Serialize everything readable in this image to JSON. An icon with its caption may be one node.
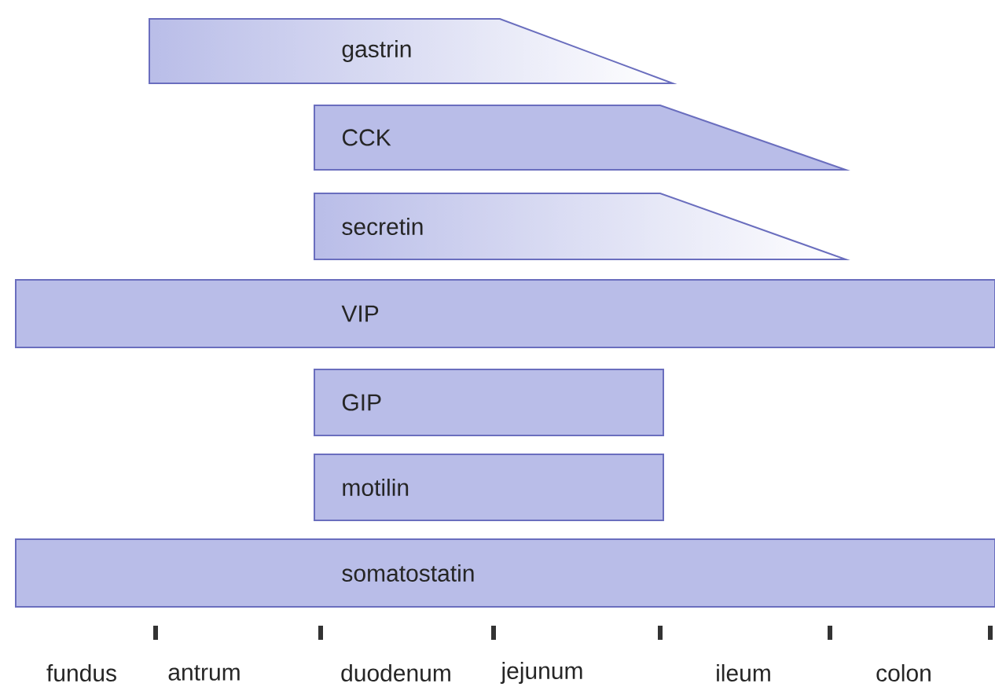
{
  "diagram": {
    "nodes": [
      {
        "text": [
          "gastrin"
        ]
      },
      {
        "text": [
          "CCK"
        ]
      },
      {
        "text": [
          "secretin"
        ]
      },
      {
        "text": [
          "VIP"
        ]
      },
      {
        "text": [
          "GIP"
        ]
      },
      {
        "text": [
          "motilin"
        ]
      },
      {
        "text": [
          "somatostatin"
        ]
      }
    ],
    "labels": [
      "fundus",
      "antrum",
      "duodenum",
      "jejunum",
      "ileum",
      "colon"
    ]
  }
}
